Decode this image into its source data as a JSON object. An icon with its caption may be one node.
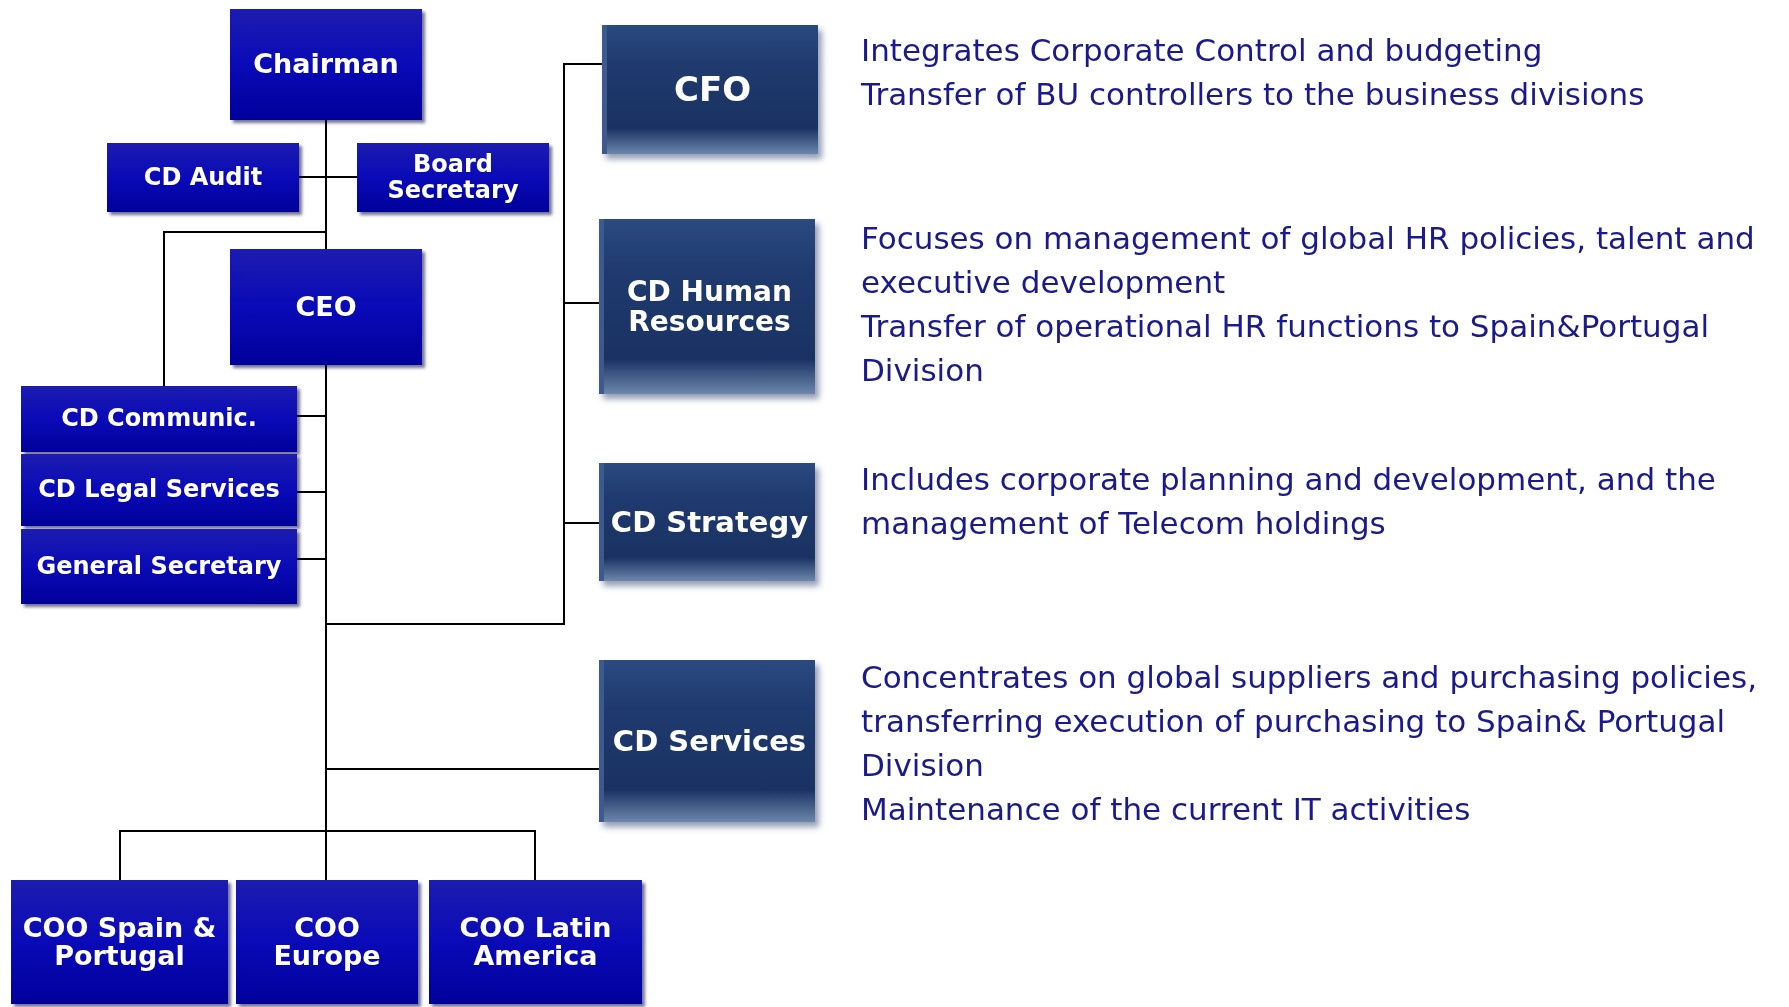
{
  "diagram": {
    "nodes": [
      {
        "text": [
          "Chairman"
        ]
      },
      {
        "text": [
          "CD Audit"
        ]
      },
      {
        "text": [
          "Board Secretary"
        ]
      },
      {
        "text": [
          "CEO"
        ]
      },
      {
        "text": [
          "CD Communic."
        ]
      },
      {
        "text": [
          "CD Legal Services"
        ]
      },
      {
        "text": [
          "General Secretary"
        ]
      },
      {
        "text": [
          "CFO"
        ],
        "beside": [
          "Integrates Corporate Control and budgeting",
          "Transfer of BU controllers to the business divisions"
        ]
      },
      {
        "text": [
          "CD Human Resources"
        ],
        "beside": [
          "Focuses on management of global HR policies, talent and executive development",
          "Transfer of operational HR functions to Spain&Portugal Division"
        ]
      },
      {
        "text": [
          "CD Strategy"
        ],
        "beside": [
          "Includes corporate planning and development, and the management of Telecom holdings"
        ]
      },
      {
        "text": [
          "CD Services"
        ],
        "beside": [
          "Concentrates on global suppliers and purchasing policies, transferring execution of purchasing to Spain& Portugal Division",
          "Maintenance of the current IT activities"
        ]
      },
      {
        "text": [
          "COO Spain & Portugal"
        ]
      },
      {
        "text": [
          "COO Europe"
        ]
      },
      {
        "text": [
          "COO Latin America"
        ]
      }
    ],
    "edges": [
      {
        "from": 0,
        "to": 1,
        "arrow": "none"
      },
      {
        "from": 0,
        "to": 2,
        "arrow": "none"
      },
      {
        "from": 0,
        "to": 3,
        "arrow": "none"
      },
      {
        "from": 0,
        "to": 4,
        "arrow": "none"
      },
      {
        "from": 3,
        "to": 4,
        "arrow": "none"
      },
      {
        "from": 3,
        "to": 5,
        "arrow": "none"
      },
      {
        "from": 3,
        "to": 6,
        "arrow": "none"
      },
      {
        "from": 3,
        "to": 7,
        "arrow": "none"
      },
      {
        "from": 3,
        "to": 8,
        "arrow": "none"
      },
      {
        "from": 3,
        "to": 9,
        "arrow": "none"
      },
      {
        "from": 3,
        "to": 10,
        "arrow": "none"
      },
      {
        "from": 3,
        "to": 11,
        "arrow": "none"
      },
      {
        "from": 3,
        "to": 12,
        "arrow": "none"
      },
      {
        "from": 3,
        "to": 13,
        "arrow": "none"
      }
    ]
  }
}
